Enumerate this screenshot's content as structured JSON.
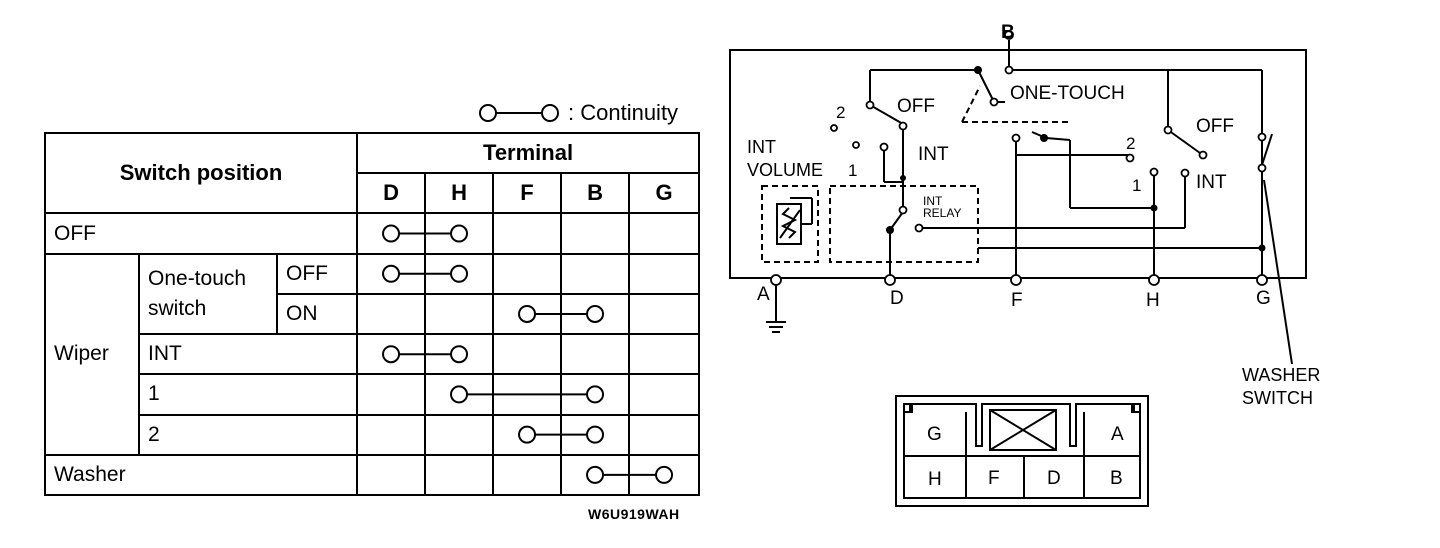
{
  "legend": {
    "text": ": Continuity"
  },
  "table": {
    "header_switch_position": "Switch position",
    "header_terminal": "Terminal",
    "terminals": [
      "D",
      "H",
      "F",
      "B",
      "G"
    ],
    "rows": [
      {
        "label": "OFF",
        "continuity": [
          "D",
          "H"
        ]
      },
      {
        "group": "Wiper",
        "sub": "One-touch switch",
        "pos": "OFF",
        "continuity": [
          "D",
          "H"
        ]
      },
      {
        "group": "Wiper",
        "sub": "One-touch switch",
        "pos": "ON",
        "continuity": [
          "F",
          "B"
        ]
      },
      {
        "group": "Wiper",
        "label": "INT",
        "continuity": [
          "D",
          "H"
        ]
      },
      {
        "group": "Wiper",
        "label": "1",
        "continuity": [
          "H",
          "B"
        ]
      },
      {
        "group": "Wiper",
        "label": "2",
        "continuity": [
          "F",
          "B"
        ]
      },
      {
        "label": "Washer",
        "continuity": [
          "B",
          "G"
        ]
      }
    ],
    "labels": {
      "off": "OFF",
      "wiper": "Wiper",
      "one_touch_line1": "One-touch",
      "one_touch_line2": "switch",
      "one_touch_off": "OFF",
      "one_touch_on": "ON",
      "int": "INT",
      "one": "1",
      "two": "2",
      "washer": "Washer"
    }
  },
  "figure_code": "W6U919WAH",
  "circuit": {
    "terminal_b": "B",
    "terminal_a": "A",
    "terminal_d": "D",
    "terminal_f": "F",
    "terminal_h": "H",
    "terminal_g": "G",
    "off_left": "OFF",
    "pos2_left": "2",
    "int_left": "INT",
    "int_volume_line1": "INT",
    "int_volume_line2": "VOLUME",
    "pos1_left": "1",
    "one_touch": "ONE-TOUCH",
    "pos2_mid": "2",
    "pos1_mid": "1",
    "off_right": "OFF",
    "int_right": "INT",
    "int_relay_line1": "INT",
    "int_relay_line2": "RELAY",
    "washer_switch_line1": "WASHER",
    "washer_switch_line2": "SWITCH"
  },
  "connector": {
    "top_left": "G",
    "top_right": "A",
    "bottom": [
      "H",
      "F",
      "D",
      "B"
    ]
  }
}
